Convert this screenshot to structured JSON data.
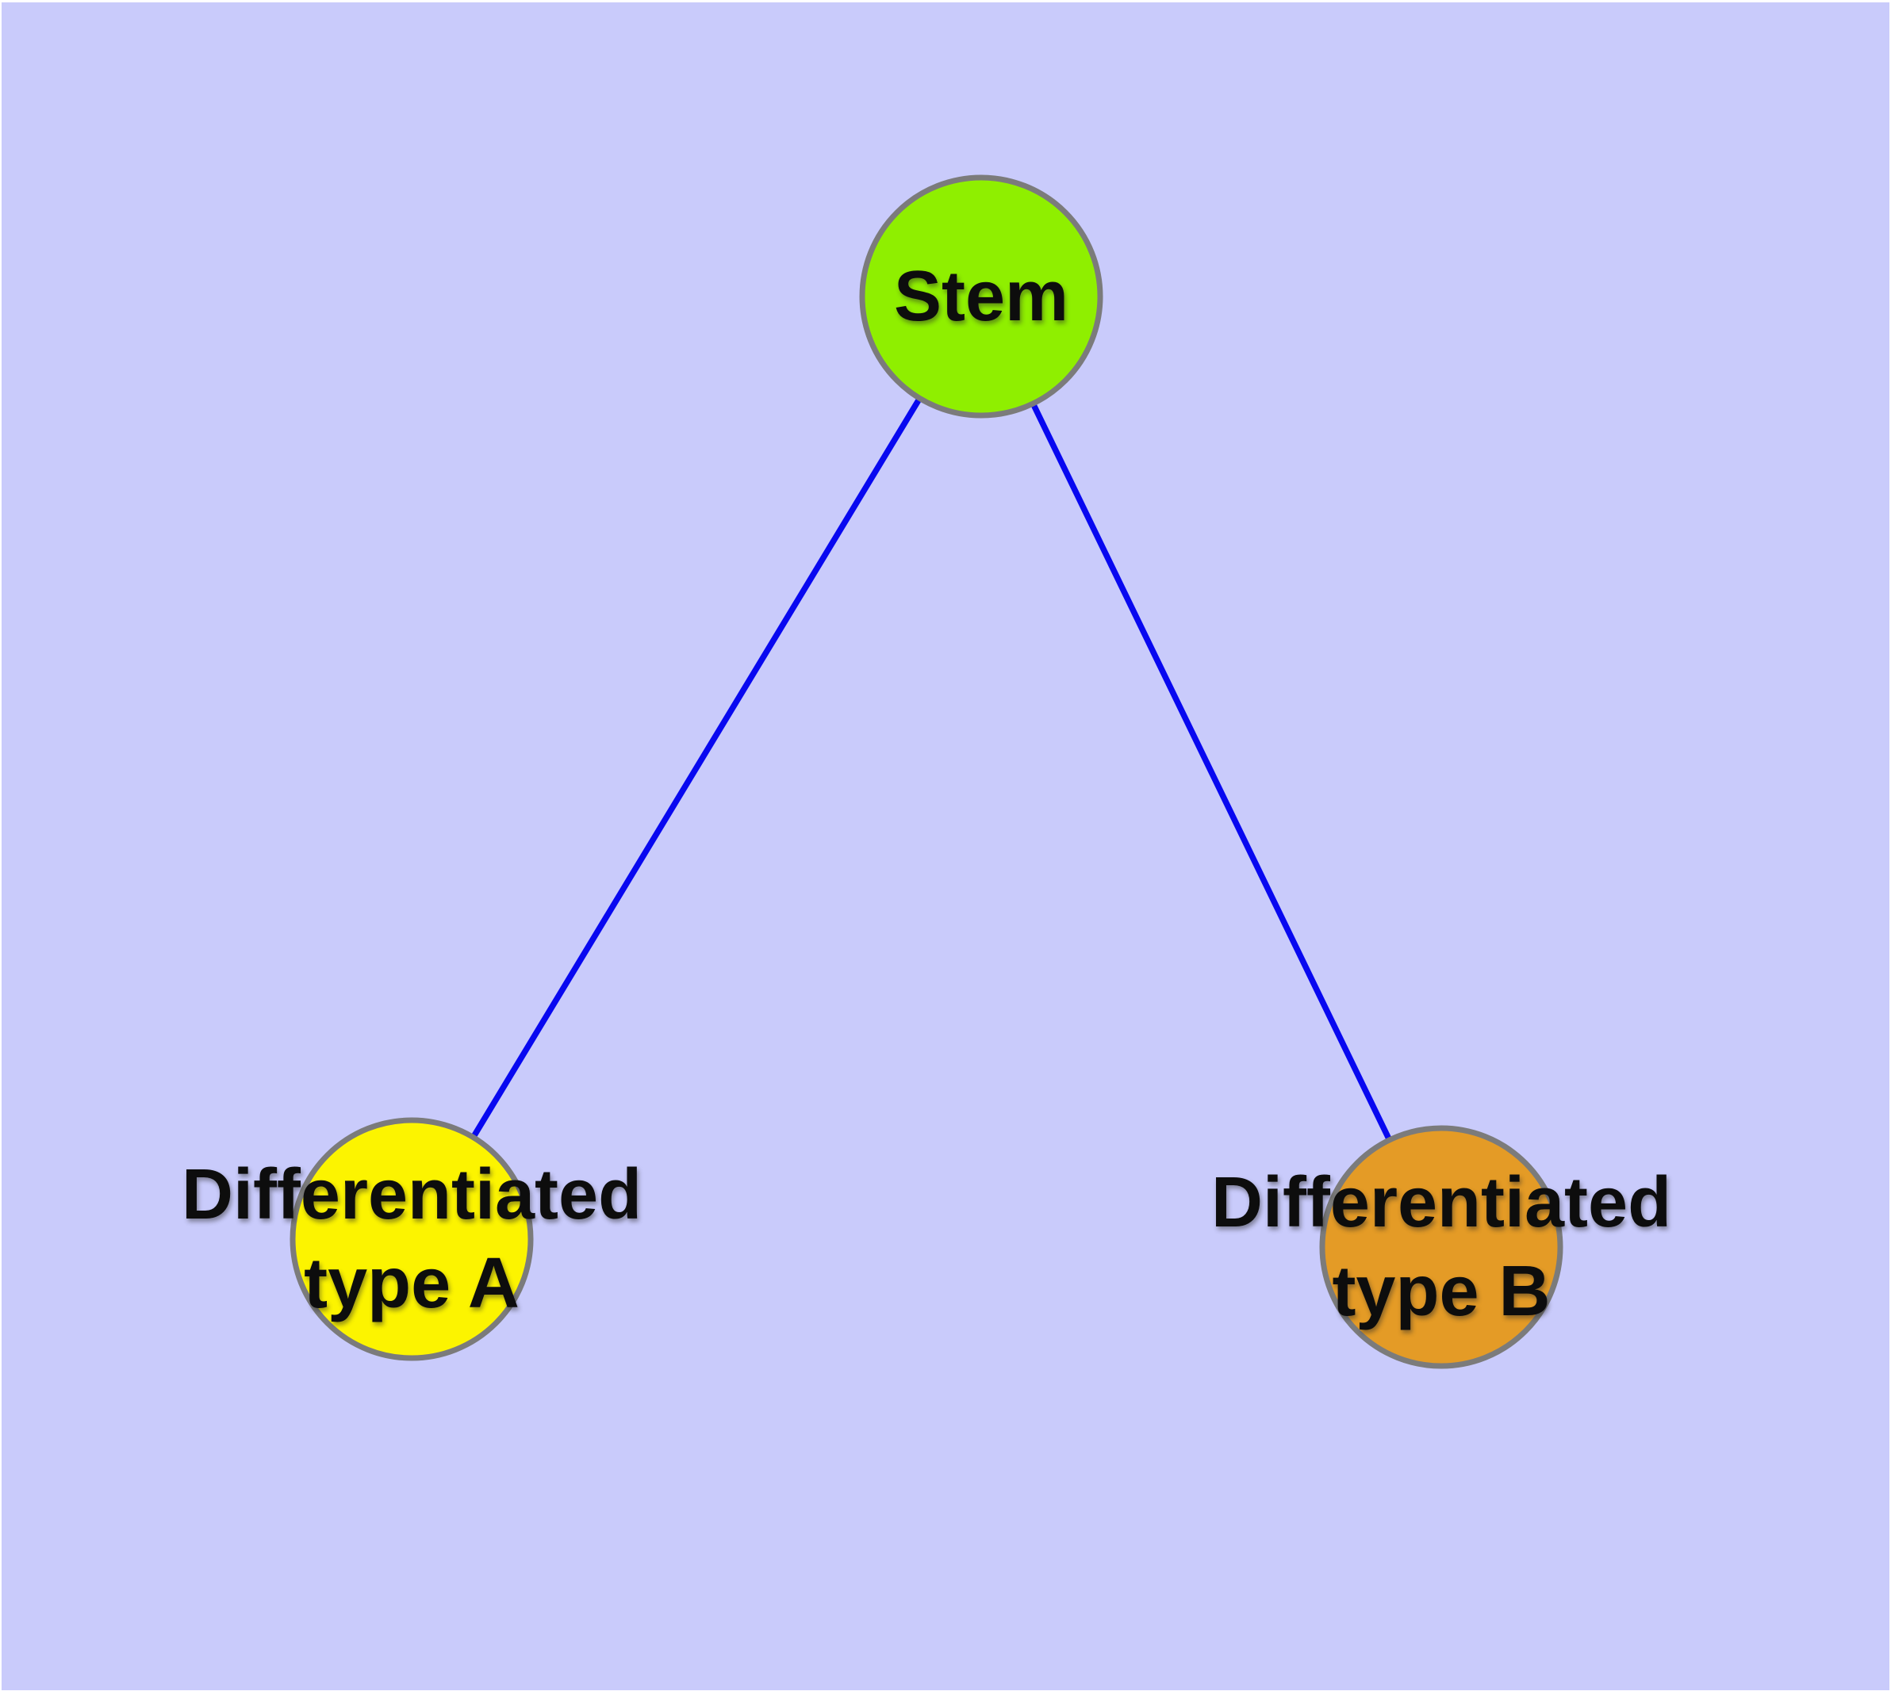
{
  "page": {
    "background_color": "#ffffff",
    "canvas_color": "#c9cbfb"
  },
  "diagram": {
    "type": "graph",
    "text_color": "#0d0d0d",
    "node_border_color": "#7b7b7b",
    "edge_color": "#0808f0",
    "nodes": [
      {
        "id": "stem",
        "label": "Stem",
        "label_line1": "Stem",
        "label_line2": "",
        "fill": "#8fef00"
      },
      {
        "id": "type-a",
        "label": "Differentiated type A",
        "label_line1": "Differentiated",
        "label_line2": "type A",
        "fill": "#fcf400"
      },
      {
        "id": "type-b",
        "label": "Differentiated type B",
        "label_line1": "Differentiated",
        "label_line2": "type B",
        "fill": "#e49b26"
      }
    ],
    "edges": [
      {
        "from": "stem",
        "to": "type-a"
      },
      {
        "from": "stem",
        "to": "type-b"
      }
    ]
  }
}
